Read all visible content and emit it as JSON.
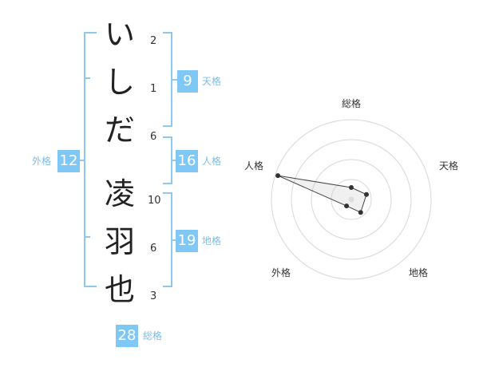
{
  "name": {
    "characters": [
      {
        "char": "い",
        "strokes": "2"
      },
      {
        "char": "し",
        "strokes": "1"
      },
      {
        "char": "だ",
        "strokes": "6"
      },
      {
        "char": "凌",
        "strokes": "10"
      },
      {
        "char": "羽",
        "strokes": "6"
      },
      {
        "char": "也",
        "strokes": "3"
      }
    ]
  },
  "fortune": {
    "tenkaku": {
      "value": "9",
      "label": "天格"
    },
    "jinkaku": {
      "value": "16",
      "label": "人格"
    },
    "chikaku": {
      "value": "19",
      "label": "地格"
    },
    "gaikaku": {
      "value": "12",
      "label": "外格"
    },
    "soukaku": {
      "value": "28",
      "label": "総格"
    }
  },
  "colors": {
    "accent": "#7fc7f5",
    "bracket": "#8cc8f0",
    "label": "#7bbde8"
  },
  "chart_data": {
    "type": "radar",
    "axes": [
      "総格",
      "天格",
      "地格",
      "外格",
      "人格"
    ],
    "values": [
      9,
      12,
      12,
      6,
      58
    ],
    "range": [
      0,
      60
    ],
    "rings": 4
  }
}
